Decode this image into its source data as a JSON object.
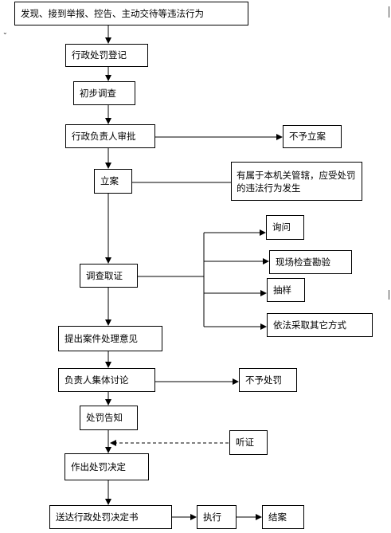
{
  "nodes": {
    "discover": "发现、接到举报、控告、主动交待等违法行为",
    "register": "行政处罚登记",
    "preliminary": "初步调查",
    "approve": "行政负责人审批",
    "no_case": "不予立案",
    "file_case": "立案",
    "jurisdiction_note": "有属于本机关管辖，应受处罚的违法行为发生",
    "investigate": "调查取证",
    "inquiry": "询问",
    "onsite": "现场检查勘验",
    "sampling": "抽样",
    "other_methods": "依法采取其它方式",
    "opinion": "提出案件处理意见",
    "discussion": "负责人集体讨论",
    "no_penalty": "不予处罚",
    "notice": "处罚告知",
    "hearing": "听证",
    "decision": "作出处罚决定",
    "deliver": "送达行政处罚决定书",
    "execute": "执行",
    "close": "结案"
  }
}
